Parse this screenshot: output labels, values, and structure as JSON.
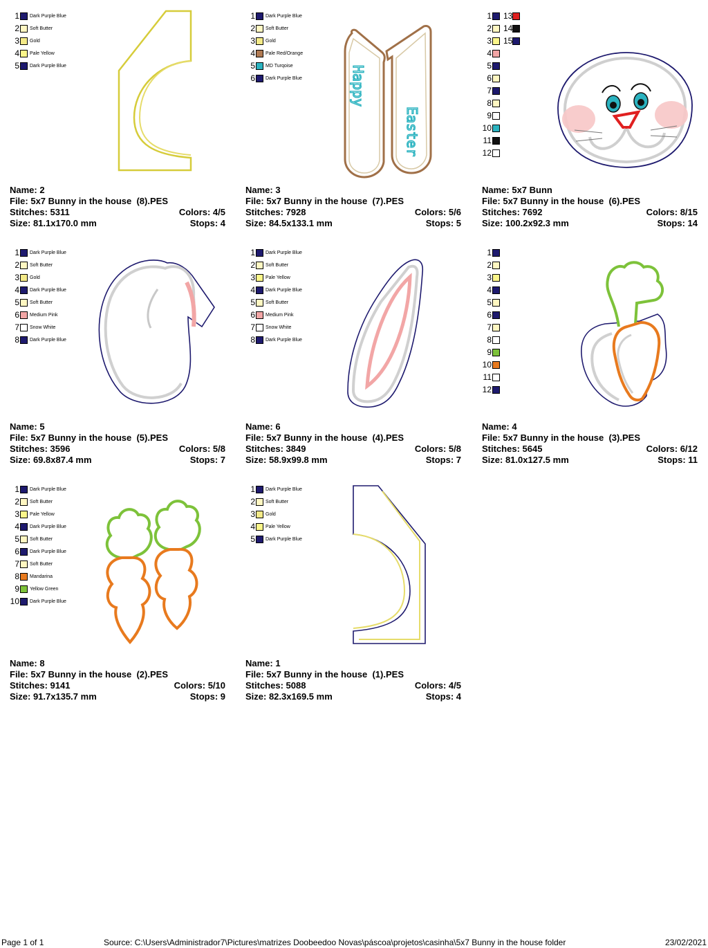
{
  "designs": [
    {
      "name": "Name: 2",
      "file": "File: 5x7 Bunny in the house  (8).PES",
      "stitches": "Stitches: 5311",
      "colors": "Colors: 4/5",
      "size": "Size: 81.1x170.0 mm",
      "stops": "Stops: 4",
      "legend": [
        {
          "num": "1",
          "color": "#1e1a6e",
          "name": "Dark Purple Blue"
        },
        {
          "num": "2",
          "color": "#fff7c2",
          "name": "Soft Butter"
        },
        {
          "num": "3",
          "color": "#f4ea88",
          "name": "Gold"
        },
        {
          "num": "4",
          "color": "#fbf68a",
          "name": "Pale Yellow"
        },
        {
          "num": "5",
          "color": "#1e1a6e",
          "name": "Dark Purple Blue"
        }
      ]
    },
    {
      "name": "Name: 3",
      "file": "File: 5x7 Bunny in the house  (7).PES",
      "stitches": "Stitches: 7928",
      "colors": "Colors: 5/6",
      "size": "Size: 84.5x133.1 mm",
      "stops": "Stops: 5",
      "art_text": [
        "Happy",
        "Easter"
      ],
      "legend": [
        {
          "num": "1",
          "color": "#1e1a6e",
          "name": "Dark Purple Blue"
        },
        {
          "num": "2",
          "color": "#fff7c2",
          "name": "Soft Butter"
        },
        {
          "num": "3",
          "color": "#f4ea88",
          "name": "Gold"
        },
        {
          "num": "4",
          "color": "#b07a52",
          "name": "Pale Red/Orange"
        },
        {
          "num": "5",
          "color": "#2bb3c0",
          "name": "MD Turqoise"
        },
        {
          "num": "6",
          "color": "#1e1a6e",
          "name": "Dark Purple Blue"
        }
      ]
    },
    {
      "name": "Name: 5x7 Bunn",
      "file": "File: 5x7 Bunny in the house  (6).PES",
      "stitches": "Stitches: 7692",
      "colors": "Colors: 8/15",
      "size": "Size: 100.2x92.3 mm",
      "stops": "Stops: 14",
      "legend": [
        {
          "num": "1",
          "color": "#1e1a6e",
          "name": ""
        },
        {
          "num": "2",
          "color": "#fff7c2",
          "name": ""
        },
        {
          "num": "3",
          "color": "#fbf68a",
          "name": ""
        },
        {
          "num": "4",
          "color": "#f2a6a6",
          "name": ""
        },
        {
          "num": "5",
          "color": "#1e1a6e",
          "name": ""
        },
        {
          "num": "6",
          "color": "#fff7c2",
          "name": ""
        },
        {
          "num": "7",
          "color": "#1e1a6e",
          "name": ""
        },
        {
          "num": "8",
          "color": "#fff7c2",
          "name": ""
        },
        {
          "num": "9",
          "color": "#ffffff",
          "name": ""
        },
        {
          "num": "10",
          "color": "#2bb3c0",
          "name": ""
        },
        {
          "num": "11",
          "color": "#111111",
          "name": ""
        },
        {
          "num": "12",
          "color": "#ffffff",
          "name": ""
        }
      ],
      "legend2": [
        {
          "num": "13",
          "color": "#e02020"
        },
        {
          "num": "14",
          "color": "#111111"
        },
        {
          "num": "15",
          "color": "#1e1a6e"
        }
      ]
    },
    {
      "name": "Name: 5",
      "file": "File: 5x7 Bunny in the house  (5).PES",
      "stitches": "Stitches: 3596",
      "colors": "Colors: 5/8",
      "size": "Size: 69.8x87.4 mm",
      "stops": "Stops: 7",
      "legend": [
        {
          "num": "1",
          "color": "#1e1a6e",
          "name": "Dark Purple Blue"
        },
        {
          "num": "2",
          "color": "#fff7c2",
          "name": "Soft Butter"
        },
        {
          "num": "3",
          "color": "#f4ea88",
          "name": "Gold"
        },
        {
          "num": "4",
          "color": "#1e1a6e",
          "name": "Dark Purple Blue"
        },
        {
          "num": "5",
          "color": "#fff7c2",
          "name": "Soft Butter"
        },
        {
          "num": "6",
          "color": "#f2a6a6",
          "name": "Medium Pink"
        },
        {
          "num": "7",
          "color": "#ffffff",
          "name": "Snow White"
        },
        {
          "num": "8",
          "color": "#1e1a6e",
          "name": "Dark Purple Blue"
        }
      ]
    },
    {
      "name": "Name: 6",
      "file": "File: 5x7 Bunny in the house  (4).PES",
      "stitches": "Stitches: 3849",
      "colors": "Colors: 5/8",
      "size": "Size: 58.9x99.8 mm",
      "stops": "Stops: 7",
      "legend": [
        {
          "num": "1",
          "color": "#1e1a6e",
          "name": "Dark Purple Blue"
        },
        {
          "num": "2",
          "color": "#fff7c2",
          "name": "Soft Butter"
        },
        {
          "num": "3",
          "color": "#fbf68a",
          "name": "Pale Yellow"
        },
        {
          "num": "4",
          "color": "#1e1a6e",
          "name": "Dark Purple Blue"
        },
        {
          "num": "5",
          "color": "#fff7c2",
          "name": "Soft Butter"
        },
        {
          "num": "6",
          "color": "#f2a6a6",
          "name": "Medium Pink"
        },
        {
          "num": "7",
          "color": "#ffffff",
          "name": "Snow White"
        },
        {
          "num": "8",
          "color": "#1e1a6e",
          "name": "Dark Purple Blue"
        }
      ]
    },
    {
      "name": "Name: 4",
      "file": "File: 5x7 Bunny in the house  (3).PES",
      "stitches": "Stitches: 5645",
      "colors": "Colors: 6/12",
      "size": "Size: 81.0x127.5 mm",
      "stops": "Stops: 11",
      "legend": [
        {
          "num": "1",
          "color": "#1e1a6e",
          "name": ""
        },
        {
          "num": "2",
          "color": "#fff7c2",
          "name": ""
        },
        {
          "num": "3",
          "color": "#fbf68a",
          "name": ""
        },
        {
          "num": "4",
          "color": "#1e1a6e",
          "name": ""
        },
        {
          "num": "5",
          "color": "#fff7c2",
          "name": ""
        },
        {
          "num": "6",
          "color": "#1e1a6e",
          "name": ""
        },
        {
          "num": "7",
          "color": "#fff7c2",
          "name": ""
        },
        {
          "num": "8",
          "color": "#ffffff",
          "name": ""
        },
        {
          "num": "9",
          "color": "#7dc23a",
          "name": ""
        },
        {
          "num": "10",
          "color": "#e87a1e",
          "name": ""
        },
        {
          "num": "11",
          "color": "#ffffff",
          "name": ""
        },
        {
          "num": "12",
          "color": "#1e1a6e",
          "name": ""
        }
      ]
    },
    {
      "name": "Name: 8",
      "file": "File: 5x7 Bunny in the house  (2).PES",
      "stitches": "Stitches: 9141",
      "colors": "Colors: 5/10",
      "size": "Size: 91.7x135.7 mm",
      "stops": "Stops: 9",
      "legend": [
        {
          "num": "1",
          "color": "#1e1a6e",
          "name": "Dark Purple Blue"
        },
        {
          "num": "2",
          "color": "#fff7c2",
          "name": "Soft Butter"
        },
        {
          "num": "3",
          "color": "#fbf68a",
          "name": "Pale Yellow"
        },
        {
          "num": "4",
          "color": "#1e1a6e",
          "name": "Dark Purple Blue"
        },
        {
          "num": "5",
          "color": "#fff7c2",
          "name": "Soft Butter"
        },
        {
          "num": "6",
          "color": "#1e1a6e",
          "name": "Dark Purple Blue"
        },
        {
          "num": "7",
          "color": "#fff7c2",
          "name": "Soft Butter"
        },
        {
          "num": "8",
          "color": "#e87a1e",
          "name": "Mandarina"
        },
        {
          "num": "9",
          "color": "#7dc23a",
          "name": "Yellow Green"
        },
        {
          "num": "10",
          "color": "#1e1a6e",
          "name": "Dark Purple Blue"
        }
      ]
    },
    {
      "name": "Name: 1",
      "file": "File: 5x7 Bunny in the house  (1).PES",
      "stitches": "Stitches: 5088",
      "colors": "Colors: 4/5",
      "size": "Size: 82.3x169.5 mm",
      "stops": "Stops: 4",
      "legend": [
        {
          "num": "1",
          "color": "#1e1a6e",
          "name": "Dark Purple Blue"
        },
        {
          "num": "2",
          "color": "#fff7c2",
          "name": "Soft Butter"
        },
        {
          "num": "3",
          "color": "#f4ea88",
          "name": "Gold"
        },
        {
          "num": "4",
          "color": "#fbf68a",
          "name": "Pale Yellow"
        },
        {
          "num": "5",
          "color": "#1e1a6e",
          "name": "Dark Purple Blue"
        }
      ]
    }
  ],
  "footer": {
    "page": "Page 1 of 1",
    "source": "Source: C:\\Users\\Administrador7\\Pictures\\matrizes Doobeedoo Novas\\páscoa\\projetos\\casinha\\5x7 Bunny in the house folder",
    "date": "23/02/2021"
  }
}
